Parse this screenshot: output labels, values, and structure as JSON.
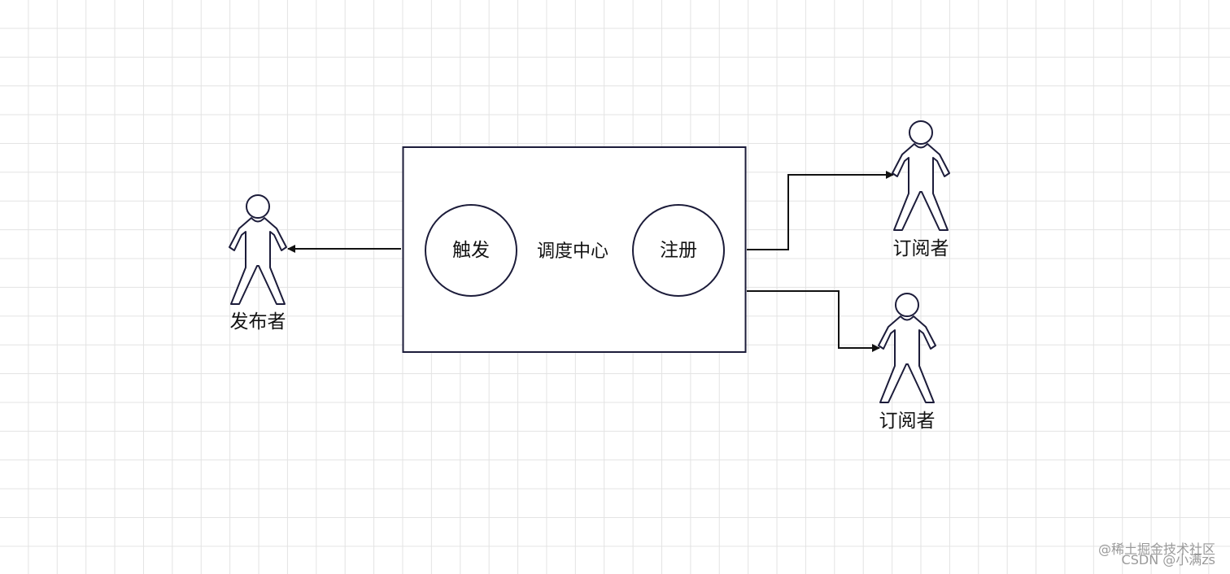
{
  "diagram": {
    "center_label": "调度中心",
    "trigger_label": "触发",
    "register_label": "注册",
    "publisher_label": "发布者",
    "subscriber_top_label": "订阅者",
    "subscriber_bottom_label": "订阅者",
    "stroke_color": "#1c1c3a"
  },
  "watermark": {
    "line1": "@稀土掘金技术社区",
    "line2": "CSDN @小满zs"
  }
}
